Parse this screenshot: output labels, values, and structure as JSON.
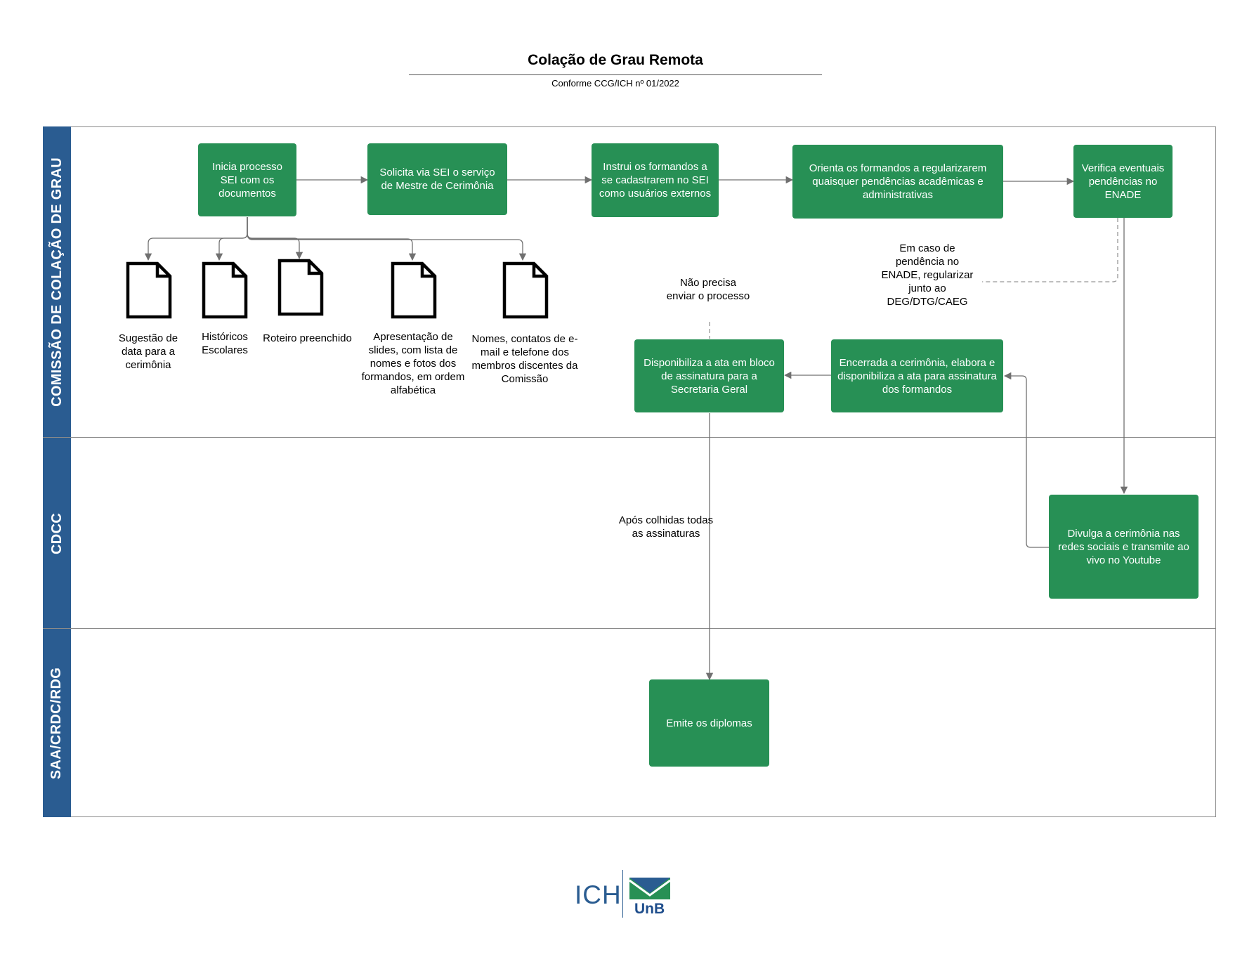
{
  "header": {
    "title": "Colação de Grau Remota",
    "subtitle": "Conforme CCG/ICH nº 01/2022"
  },
  "lanes": [
    {
      "id": "comissao",
      "label": "COMISSÃO DE COLAÇÃO DE GRAU"
    },
    {
      "id": "cdcc",
      "label": "CDCC"
    },
    {
      "id": "saa",
      "label": "SAA/CRDC/RDG"
    }
  ],
  "steps": {
    "inicia": "Inicia processo SEI com os documentos",
    "solicita": "Solicita via SEI o serviço de Mestre de Cerimônia",
    "instrui": "Instrui os formandos a se cadastrarem no SEI como usuários externos",
    "orienta": "Orienta os formandos a regularizarem quaisquer pendências acadêmicas e administrativas",
    "verifica": "Verifica eventuais pendências no ENADE",
    "divulga": "Divulga a cerimônia nas redes sociais e transmite ao vivo no Youtube",
    "encerrada": "Encerrada a cerimônia, elabora e disponibiliza a ata para assinatura dos formandos",
    "disponibiliza": "Disponibiliza a ata em bloco de assinatura para a Secretaria Geral",
    "emite": "Emite os diplomas"
  },
  "documents": [
    "Sugestão de data para a cerimônia",
    "Históricos Escolares",
    "Roteiro preenchido",
    "Apresentação de slides, com lista de nomes e fotos dos formandos, em ordem alfabética",
    "Nomes, contatos de e-mail e telefone dos membros discentes da Comissão"
  ],
  "annotations": {
    "enade": "Em caso de pendência no ENADE, regularizar junto ao DEG/DTG/CAEG",
    "nao_precisa": "Não precisa enviar o processo",
    "apos": "Após colhidas todas as assinaturas"
  },
  "logo": {
    "left": "ICH",
    "right": "UnB"
  },
  "colors": {
    "step": "#279055",
    "lane_header": "#2a5c91",
    "connector": "#707070",
    "logo_green": "#279055",
    "logo_blue": "#2a5c91"
  }
}
